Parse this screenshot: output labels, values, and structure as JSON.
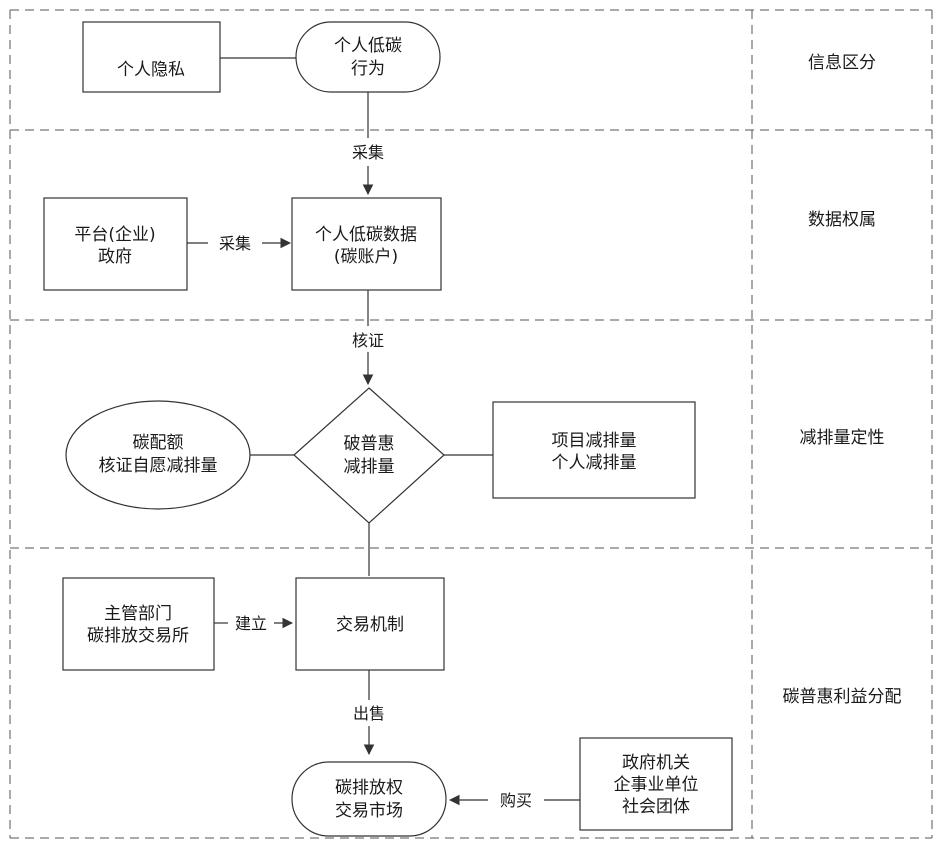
{
  "sections": [
    {
      "label": "信息区分"
    },
    {
      "label": "数据权属"
    },
    {
      "label": "减排量定性"
    },
    {
      "label": "碳普惠利益分配"
    }
  ],
  "nodes": {
    "privacy": {
      "lines": [
        "个人隐私"
      ]
    },
    "behavior": {
      "lines": [
        "个人低碳",
        "行为"
      ]
    },
    "platform": {
      "lines": [
        "平台(企业)",
        "政府"
      ]
    },
    "carbon_data": {
      "lines": [
        "个人低碳数据",
        "(碳账户)"
      ]
    },
    "quota": {
      "lines": [
        "碳配额",
        "核证自愿减排量"
      ]
    },
    "puhui": {
      "lines": [
        "破普惠",
        "减排量"
      ]
    },
    "project": {
      "lines": [
        "项目减排量",
        "个人减排量"
      ]
    },
    "authority": {
      "lines": [
        "主管部门",
        "碳排放交易所"
      ]
    },
    "mechanism": {
      "lines": [
        "交易机制"
      ]
    },
    "market": {
      "lines": [
        "碳排放权",
        "交易市场"
      ]
    },
    "buyers": {
      "lines": [
        "政府机关",
        "企事业单位",
        "社会团体"
      ]
    }
  },
  "edges": {
    "collect_down": "采集",
    "collect_right": "采集",
    "verify": "核证",
    "establish": "建立",
    "sell": "出售",
    "buy": "购买"
  },
  "colors": {
    "line": "#333333",
    "text": "#1a1a1a",
    "background": "#ffffff"
  }
}
